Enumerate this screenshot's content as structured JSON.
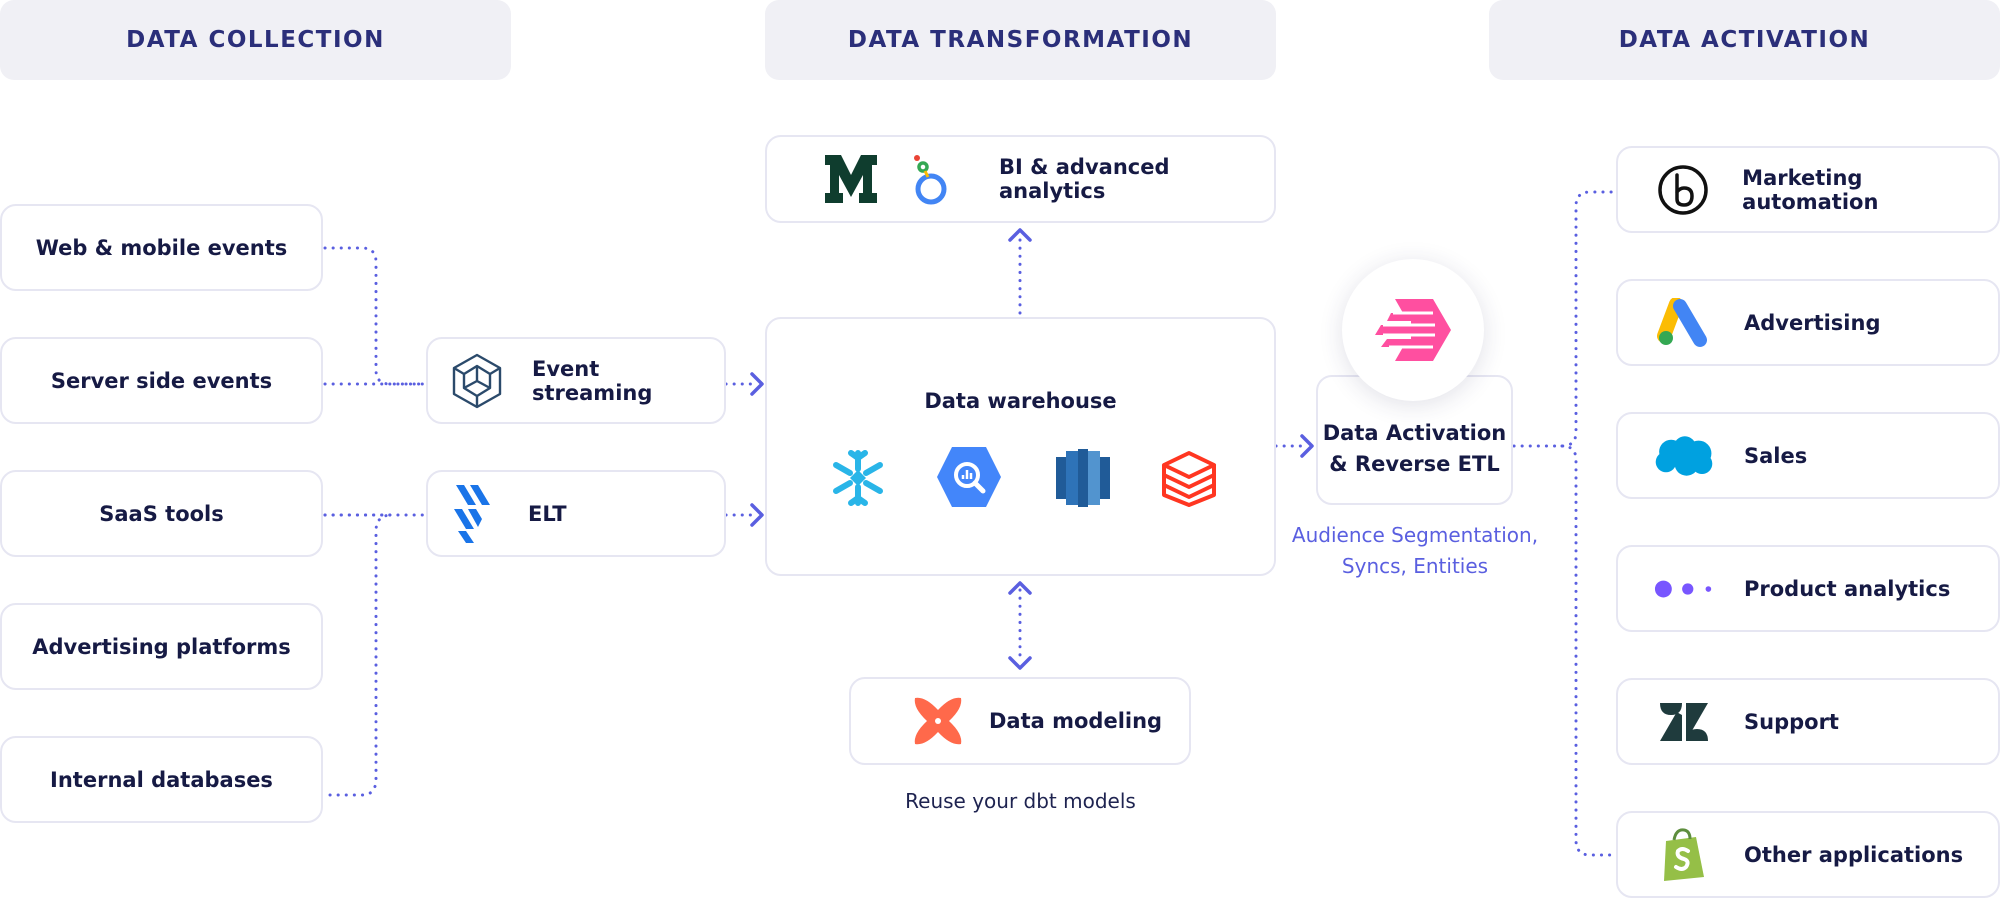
{
  "headers": {
    "collection": "DATA COLLECTION",
    "transformation": "DATA TRANSFORMATION",
    "activation": "DATA ACTIVATION"
  },
  "sources": [
    {
      "label": "Web & mobile events"
    },
    {
      "label": "Server side events"
    },
    {
      "label": "SaaS tools"
    },
    {
      "label": "Advertising platforms"
    },
    {
      "label": "Internal databases"
    }
  ],
  "ingestion": {
    "event_streaming": "Event streaming",
    "elt": "ELT"
  },
  "transformation": {
    "bi_label": "BI & advanced analytics",
    "warehouse_label": "Data warehouse",
    "warehouse_icons": [
      "snowflake-icon",
      "bigquery-icon",
      "redshift-icon",
      "databricks-icon"
    ],
    "modeling_label": "Data modeling",
    "modeling_caption": "Reuse your dbt models"
  },
  "activation_hub": {
    "line1": "Data Activation",
    "line2": "& Reverse ETL",
    "caption_line1": "Audience Segmentation,",
    "caption_line2": "Syncs, Entities"
  },
  "destinations": [
    {
      "label": "Marketing automation",
      "icon": "braze-icon"
    },
    {
      "label": "Advertising",
      "icon": "google-ads-icon"
    },
    {
      "label": "Sales",
      "icon": "salesforce-icon"
    },
    {
      "label": "Product analytics",
      "icon": "mixpanel-dots-icon"
    },
    {
      "label": "Support",
      "icon": "zendesk-icon"
    },
    {
      "label": "Other applications",
      "icon": "shopify-icon"
    }
  ],
  "colors": {
    "accent": "#5a5fe0",
    "header_bg": "#f0f0f5",
    "border": "#e6e6f2",
    "text": "#161a44"
  }
}
